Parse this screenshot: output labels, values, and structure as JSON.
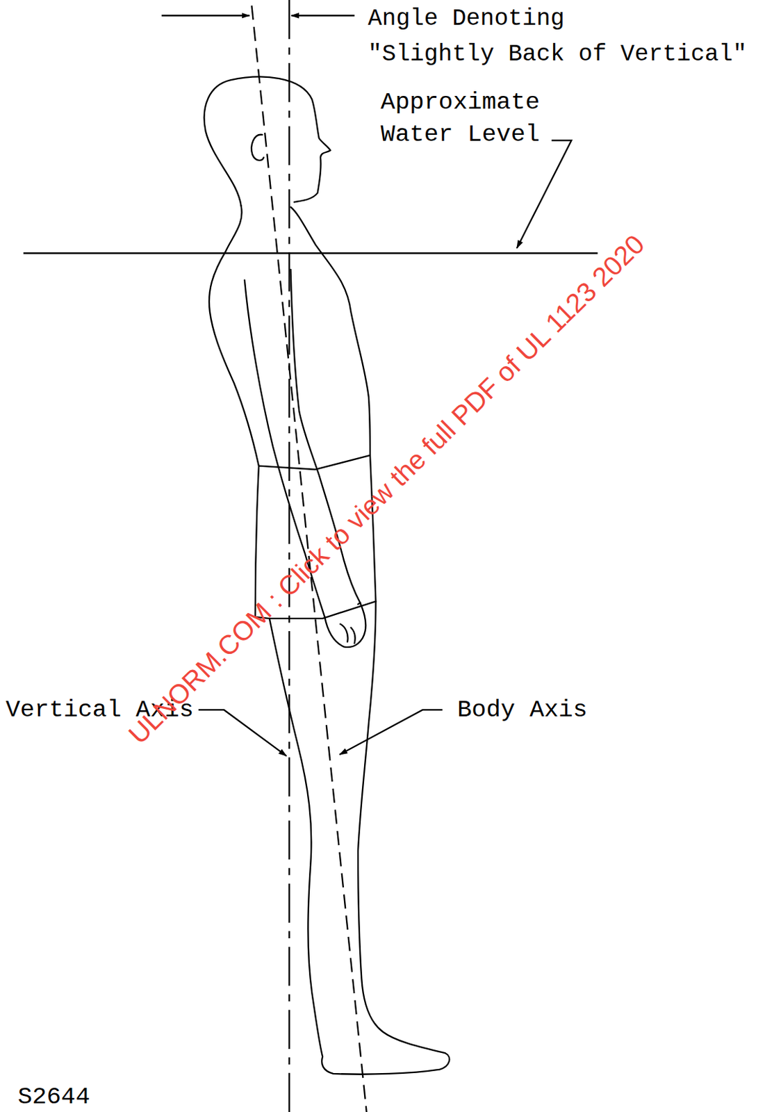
{
  "diagram": {
    "labels": [
      "Angle Denoting \"Slightly Back of Vertical\"",
      "Approximate Water Level",
      "Vertical Axis",
      "Body Axis",
      "S2644",
      "ULNORM.COM : Click to view the full PDF of UL 1123 2020"
    ]
  }
}
